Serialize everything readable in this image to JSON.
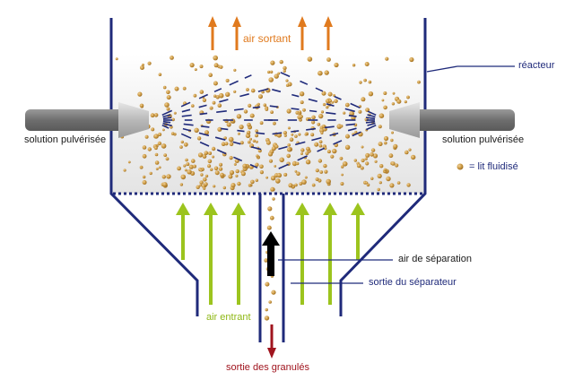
{
  "labels": {
    "air_out": "air sortant",
    "reactor": "réacteur",
    "spray_left": "solution pulvérisée",
    "spray_right": "solution pulvérisée",
    "fluid_bed": "= lit fluidisé",
    "separation_air": "air de séparation",
    "separator_outlet": "sortie du séparateur",
    "air_in": "air entrant",
    "granule_outlet": "sortie des granulés"
  },
  "colors": {
    "vessel": "#1f2a7a",
    "air_out": "#e07a1e",
    "air_in": "#9cc41e",
    "granule_outlet": "#a0141e",
    "separation_air": "#000000",
    "nozzle": "#7a7a7a",
    "particle": "#c8963e",
    "bed_shading": "#e8e8e8"
  }
}
